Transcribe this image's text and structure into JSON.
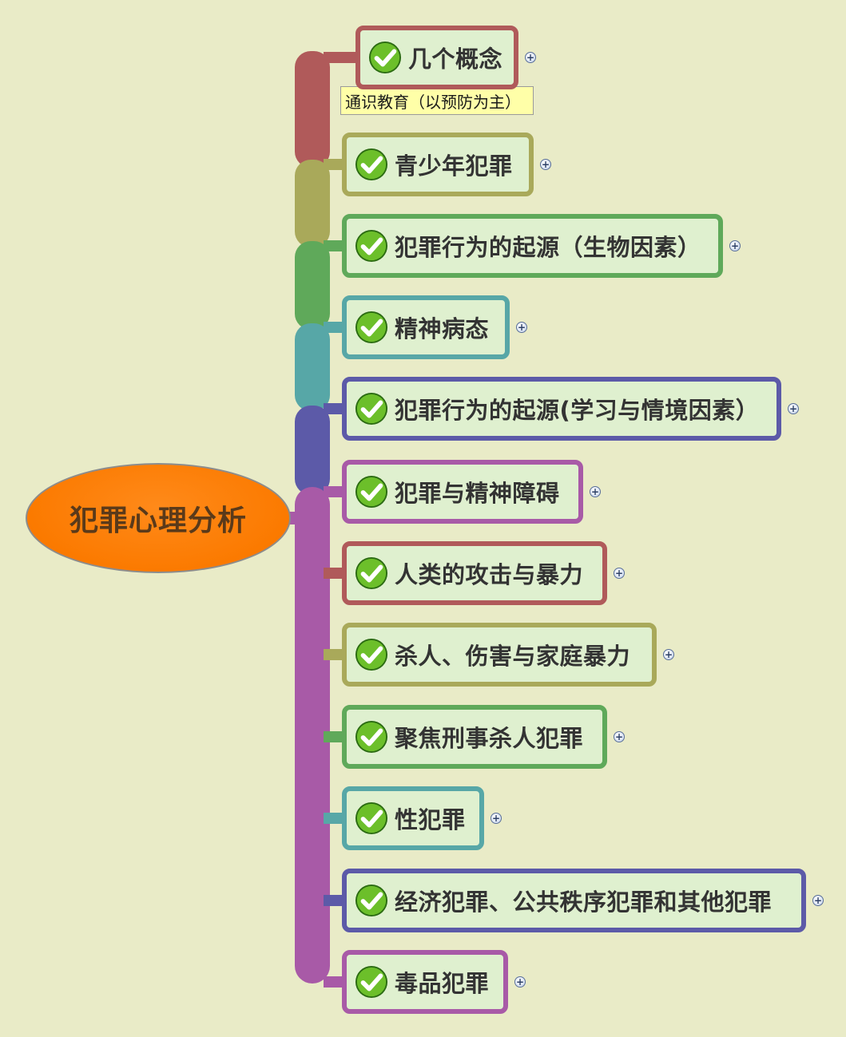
{
  "central": {
    "label": "犯罪心理分析",
    "fill": "#fb7a00"
  },
  "note": {
    "text": "通识教育（以预防为主）"
  },
  "expander_glyph": "+",
  "check_icon": "check-circle-icon",
  "branches": [
    {
      "label": "几个概念",
      "color": "#b05a5a"
    },
    {
      "label": "青少年犯罪",
      "color": "#a9a95a"
    },
    {
      "label": "犯罪行为的起源（生物因素）",
      "color": "#5fa95a"
    },
    {
      "label": "精神病态",
      "color": "#57a7a7"
    },
    {
      "label": "犯罪行为的起源(学习与情境因素）",
      "color": "#5c5aa8"
    },
    {
      "label": "犯罪与精神障碍",
      "color": "#a85aa7"
    },
    {
      "label": "人类的攻击与暴力",
      "color": "#b05a5a"
    },
    {
      "label": "杀人、伤害与家庭暴力",
      "color": "#a9a95a"
    },
    {
      "label": "聚焦刑事杀人犯罪",
      "color": "#5fa95a"
    },
    {
      "label": "性犯罪",
      "color": "#57a7a7"
    },
    {
      "label": "经济犯罪、公共秩序犯罪和其他犯罪",
      "color": "#5c5aa8"
    },
    {
      "label": "毒品犯罪",
      "color": "#a85aa7"
    }
  ]
}
